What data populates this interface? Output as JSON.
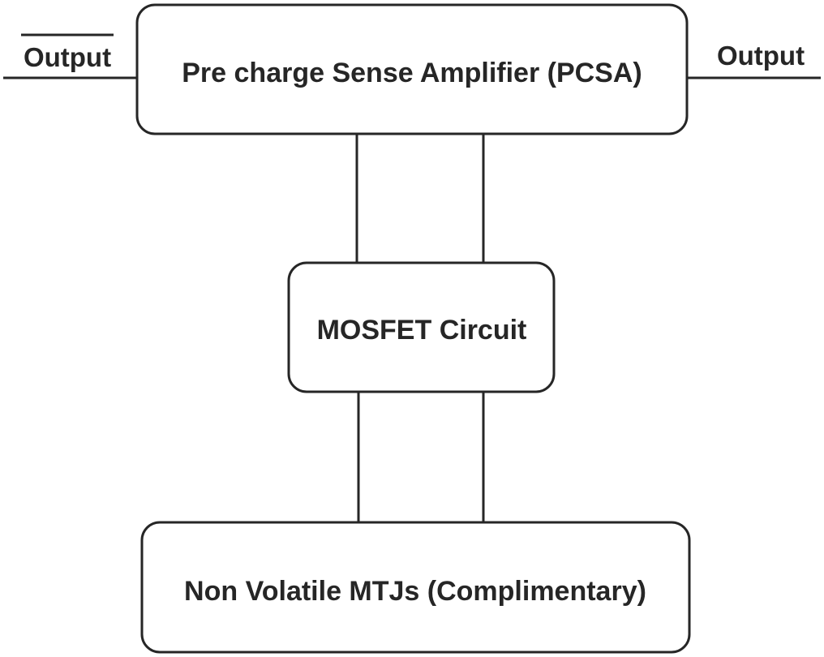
{
  "blocks": {
    "pcsa": {
      "label": "Pre charge Sense Amplifier (PCSA)"
    },
    "mosfet": {
      "label": "MOSFET Circuit"
    },
    "mtj": {
      "label": "Non Volatile MTJs (Complimentary)"
    }
  },
  "ports": {
    "output_bar": {
      "label": "Output",
      "overline": true
    },
    "output": {
      "label": "Output"
    }
  },
  "colors": {
    "stroke": "#262626",
    "background": "#ffffff"
  }
}
